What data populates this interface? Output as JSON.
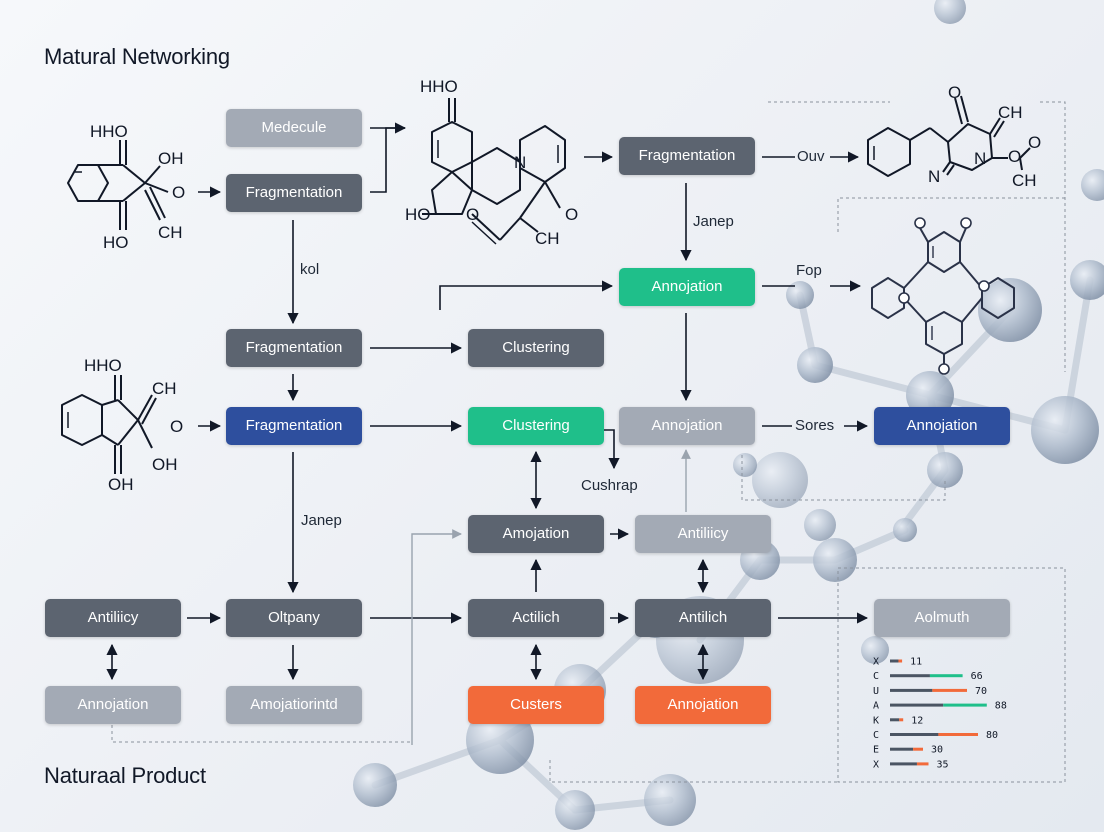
{
  "titles": {
    "top": "Matural Networking",
    "bottom": "Naturaal Product"
  },
  "nodes": {
    "medecule": "Medecule",
    "frag1": "Fragmentation",
    "frag_top_center": "Fragmentation",
    "annotation_green": "Annojation",
    "frag2": "Fragmentation",
    "clustering1": "Clustering",
    "frag_blue": "Fragmentation",
    "clustering_green": "Clustering",
    "annotation_gray": "Annojation",
    "annotation_blue": "Annojation",
    "annotation_mid": "Amojation",
    "antiliicy_mid": "Antiliicy",
    "antiliicy_left": "Antiliicy",
    "oltpany": "Oltpany",
    "actilich1": "Actilich",
    "actilich2": "Antilich",
    "aolmuth": "Aolmuth",
    "annotation_bl1": "Annojation",
    "annotation_bl2": "Amojatiorintd",
    "custers": "Custers",
    "annotation_orange": "Annojation"
  },
  "edge_labels": {
    "ouv": "Ouv",
    "janep_top": "Janep",
    "kol": "kol",
    "fop": "Fop",
    "sores": "Sores",
    "cushrap": "Cushrap",
    "janep_mid": "Janep"
  },
  "molecules": {
    "m1": {
      "hho": "HHO",
      "oh": "OH",
      "o": "O",
      "oh_b": "HO",
      "ch": "CH"
    },
    "m2": {
      "hho": "HHO",
      "n": "N",
      "ho": "HO",
      "o": "O",
      "o_r": "O",
      "ch": "CH"
    },
    "m3": {
      "hho": "HHO",
      "ch": "CH",
      "o": "O",
      "oh": "OH",
      "oh_b": "OH"
    },
    "m4": {
      "o": "O",
      "ch": "CH",
      "n1": "N",
      "n2": "N",
      "o2": "O",
      "o3": "O",
      "ch2": "CH"
    },
    "m5": {
      "o1": "O",
      "o2": "O",
      "o3": "O",
      "o4": "O",
      "o5": "O"
    }
  },
  "chart_data": {
    "type": "bar",
    "categories": [
      "X",
      "C",
      "U",
      "A",
      "K",
      "C",
      "E",
      "X"
    ],
    "values": [
      11,
      66,
      70,
      88,
      12,
      80,
      30,
      35
    ],
    "value_labels": [
      "11",
      "66",
      "70",
      "88",
      "12",
      "80",
      "30",
      "35"
    ],
    "xlim": [
      0,
      100
    ],
    "grid": false,
    "legend": "none"
  },
  "colors": {
    "dark": "#4b5563",
    "light": "#a3aab5",
    "green": "#1fbf8a",
    "blue": "#2e4f9e",
    "orange": "#f26a3a",
    "bar_dark": "#4b5563",
    "bar_orange": "#f26a3a",
    "bar_green": "#1fbf8a"
  }
}
